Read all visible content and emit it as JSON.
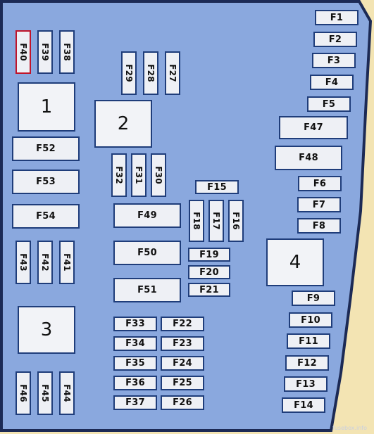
{
  "colors": {
    "panel": "#8aa8de",
    "panel_border": "#1c2a55",
    "background": "#f3e4b3",
    "fuse_fill": "#eef0f5",
    "fuse_border": "#1f3d7a",
    "highlight_border": "#c0142a"
  },
  "relays": [
    "1",
    "2",
    "3",
    "4"
  ],
  "fuses": {
    "right_column": [
      "F1",
      "F2",
      "F3",
      "F4",
      "F5",
      "F47",
      "F48",
      "F6",
      "F7",
      "F8"
    ],
    "lower_right": [
      "F9",
      "F10",
      "F11",
      "F12",
      "F13",
      "F14"
    ],
    "top_left_vertical": [
      "F40",
      "F39",
      "F38"
    ],
    "top_middle_vertical": [
      "F29",
      "F28",
      "F27"
    ],
    "mid_vertical": [
      "F32",
      "F31",
      "F30"
    ],
    "left_horizontal": [
      "F52",
      "F53",
      "F54"
    ],
    "left_vertical_mid": [
      "F43",
      "F42",
      "F41"
    ],
    "left_vertical_bottom": [
      "F46",
      "F45",
      "F44"
    ],
    "center_horizontal": [
      "F49",
      "F50",
      "F51"
    ],
    "f15": "F15",
    "small_vertical": [
      "F18",
      "F17",
      "F16"
    ],
    "small_horizontal": [
      "F19",
      "F20",
      "F21"
    ],
    "grid_left": [
      "F33",
      "F34",
      "F35",
      "F36",
      "F37"
    ],
    "grid_right": [
      "F22",
      "F23",
      "F24",
      "F25",
      "F26"
    ]
  },
  "highlighted_fuse": "F40",
  "watermark": "fusebox.info"
}
